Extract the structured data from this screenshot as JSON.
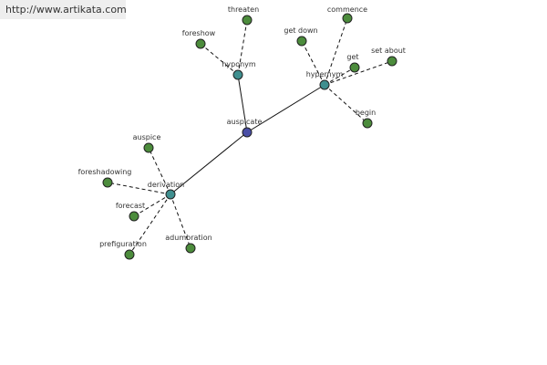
{
  "banner": {
    "url_text": "http://www.artikata.com"
  },
  "colors": {
    "center": "#4a4fa6",
    "category": "#3f8f8f",
    "leaf": "#4c8c3c",
    "node_stroke": "#222222",
    "edge": "#111111"
  },
  "graph": {
    "nodes": [
      {
        "id": "auspicate",
        "label": "auspicate",
        "kind": "center"
      },
      {
        "id": "hyponym",
        "label": "hyponym",
        "kind": "category"
      },
      {
        "id": "hypernym",
        "label": "hypernym",
        "kind": "category"
      },
      {
        "id": "derivation",
        "label": "derivation",
        "kind": "category"
      },
      {
        "id": "threaten",
        "label": "threaten",
        "kind": "leaf"
      },
      {
        "id": "foreshow",
        "label": "foreshow",
        "kind": "leaf"
      },
      {
        "id": "commence",
        "label": "commence",
        "kind": "leaf"
      },
      {
        "id": "get-down",
        "label": "get down",
        "kind": "leaf"
      },
      {
        "id": "get",
        "label": "get",
        "kind": "leaf"
      },
      {
        "id": "set-about",
        "label": "set about",
        "kind": "leaf"
      },
      {
        "id": "begin",
        "label": "begin",
        "kind": "leaf"
      },
      {
        "id": "auspice",
        "label": "auspice",
        "kind": "leaf"
      },
      {
        "id": "foreshadowing",
        "label": "foreshadowing",
        "kind": "leaf"
      },
      {
        "id": "forecast",
        "label": "forecast",
        "kind": "leaf"
      },
      {
        "id": "prefiguration",
        "label": "prefiguration",
        "kind": "leaf"
      },
      {
        "id": "adumbration",
        "label": "adumbration",
        "kind": "leaf"
      }
    ],
    "edges": [
      {
        "from": "auspicate",
        "to": "hyponym",
        "style": "solid"
      },
      {
        "from": "auspicate",
        "to": "hypernym",
        "style": "solid"
      },
      {
        "from": "auspicate",
        "to": "derivation",
        "style": "solid"
      },
      {
        "from": "hyponym",
        "to": "threaten",
        "style": "dashed"
      },
      {
        "from": "hyponym",
        "to": "foreshow",
        "style": "dashed"
      },
      {
        "from": "hypernym",
        "to": "commence",
        "style": "dashed"
      },
      {
        "from": "hypernym",
        "to": "get-down",
        "style": "dashed"
      },
      {
        "from": "hypernym",
        "to": "get",
        "style": "dashed"
      },
      {
        "from": "hypernym",
        "to": "set-about",
        "style": "dashed"
      },
      {
        "from": "hypernym",
        "to": "begin",
        "style": "dashed"
      },
      {
        "from": "derivation",
        "to": "auspice",
        "style": "dashed"
      },
      {
        "from": "derivation",
        "to": "foreshadowing",
        "style": "dashed"
      },
      {
        "from": "derivation",
        "to": "forecast",
        "style": "dashed"
      },
      {
        "from": "derivation",
        "to": "prefiguration",
        "style": "dashed"
      },
      {
        "from": "derivation",
        "to": "adumbration",
        "style": "dashed"
      }
    ]
  }
}
